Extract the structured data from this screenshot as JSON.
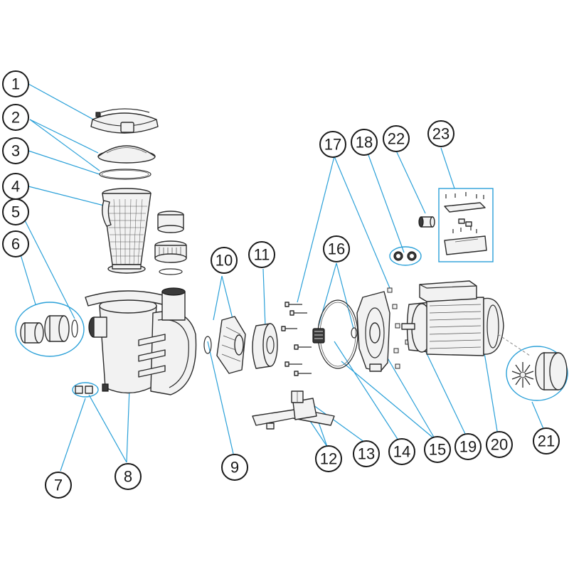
{
  "diagram": {
    "labels": [
      {
        "id": "1",
        "text": "1"
      },
      {
        "id": "2",
        "text": "2"
      },
      {
        "id": "3",
        "text": "3"
      },
      {
        "id": "4",
        "text": "4"
      },
      {
        "id": "5",
        "text": "5"
      },
      {
        "id": "6",
        "text": "6"
      },
      {
        "id": "7",
        "text": "7"
      },
      {
        "id": "8",
        "text": "8"
      },
      {
        "id": "9",
        "text": "9"
      },
      {
        "id": "10",
        "text": "10"
      },
      {
        "id": "11",
        "text": "11"
      },
      {
        "id": "12",
        "text": "12"
      },
      {
        "id": "13",
        "text": "13"
      },
      {
        "id": "14",
        "text": "14"
      },
      {
        "id": "15",
        "text": "15"
      },
      {
        "id": "16",
        "text": "16"
      },
      {
        "id": "17",
        "text": "17"
      },
      {
        "id": "18",
        "text": "18"
      },
      {
        "id": "19",
        "text": "19"
      },
      {
        "id": "20",
        "text": "20"
      },
      {
        "id": "21",
        "text": "21"
      },
      {
        "id": "22",
        "text": "22"
      },
      {
        "id": "23",
        "text": "23"
      }
    ],
    "colors": {
      "leader": "#2aa0d8",
      "outline": "#1a1a1a",
      "part_fill": "#f2f2f2"
    }
  }
}
